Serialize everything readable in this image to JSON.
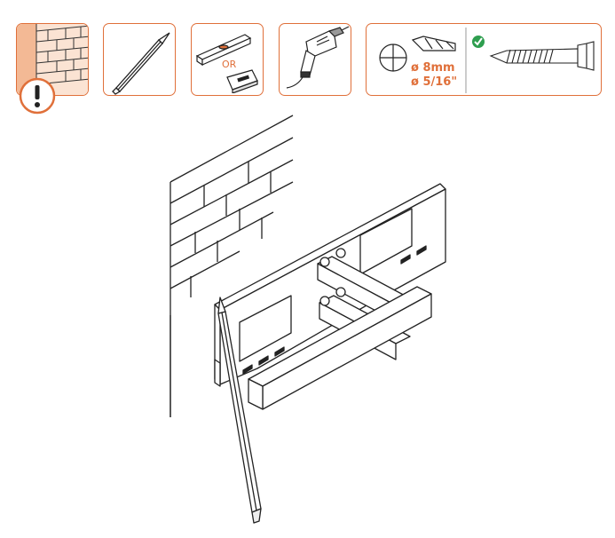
{
  "panels": {
    "level": {
      "or_label": "OR"
    },
    "specs": {
      "drill_metric": "ø 8mm",
      "drill_imperial": "ø 5/16\""
    }
  },
  "colors": {
    "accent": "#e0703a",
    "check": "#2e9e4f",
    "line": "#222222",
    "fill_light": "#f8d9c6"
  },
  "icons": [
    "brick-wall-icon",
    "warning-icon",
    "pencil-icon",
    "level-icon",
    "stud-finder-icon",
    "drill-icon",
    "hole-icon",
    "drill-bit-icon",
    "check-icon",
    "lag-bolt-icon"
  ]
}
